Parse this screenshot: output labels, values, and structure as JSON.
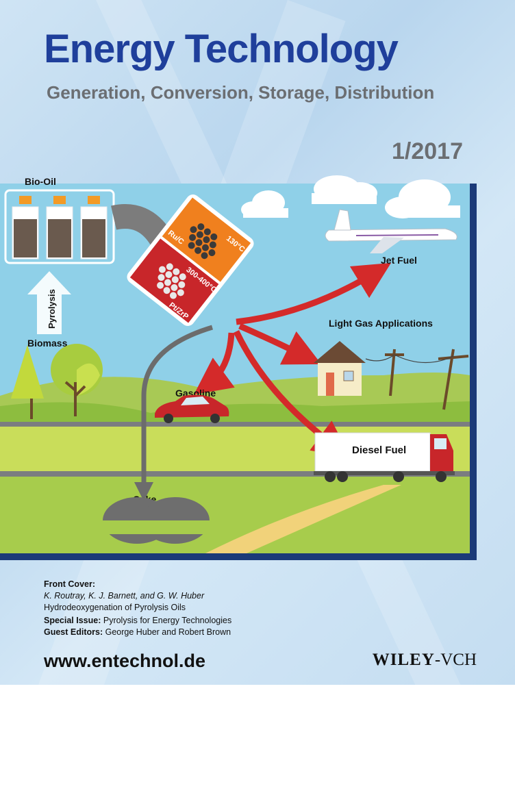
{
  "journal": {
    "title": "Energy Technology",
    "subtitle": "Generation, Conversion, Storage, Distribution",
    "issue": "1/2017",
    "url": "www.entechnol.de",
    "publisher_main": "WILEY",
    "publisher_suffix": "-VCH"
  },
  "colors": {
    "title_blue": "#1f3f9b",
    "gray_text": "#6b6e72",
    "arrow_red": "#d42a2a",
    "catalyst_orange": "#f0801e",
    "catalyst_red": "#c8262a",
    "border_navy": "#1b3a78"
  },
  "illustration": {
    "bio_oil": "Bio-Oil",
    "pyrolysis": "Pyrolysis",
    "biomass": "Biomass",
    "catalyst1_temp": "130°C",
    "catalyst1_name": "Ru/C",
    "catalyst2_temp": "300-400°C",
    "catalyst2_name": "Pt/ZrP",
    "jet_fuel": "Jet Fuel",
    "light_gas": "Light Gas Applications",
    "gasoline": "Gasoline",
    "diesel": "Diesel Fuel",
    "coke": "Coke"
  },
  "front_cover": {
    "label": "Front Cover:",
    "authors": "K. Routray, K. J. Barnett, and G. W. Huber",
    "article": "Hydrodeoxygenation of Pyrolysis Oils",
    "special_issue_label": "Special Issue:",
    "special_issue": "Pyrolysis for Energy Technologies",
    "guest_editors_label": "Guest Editors:",
    "guest_editors": "George Huber and Robert Brown"
  }
}
